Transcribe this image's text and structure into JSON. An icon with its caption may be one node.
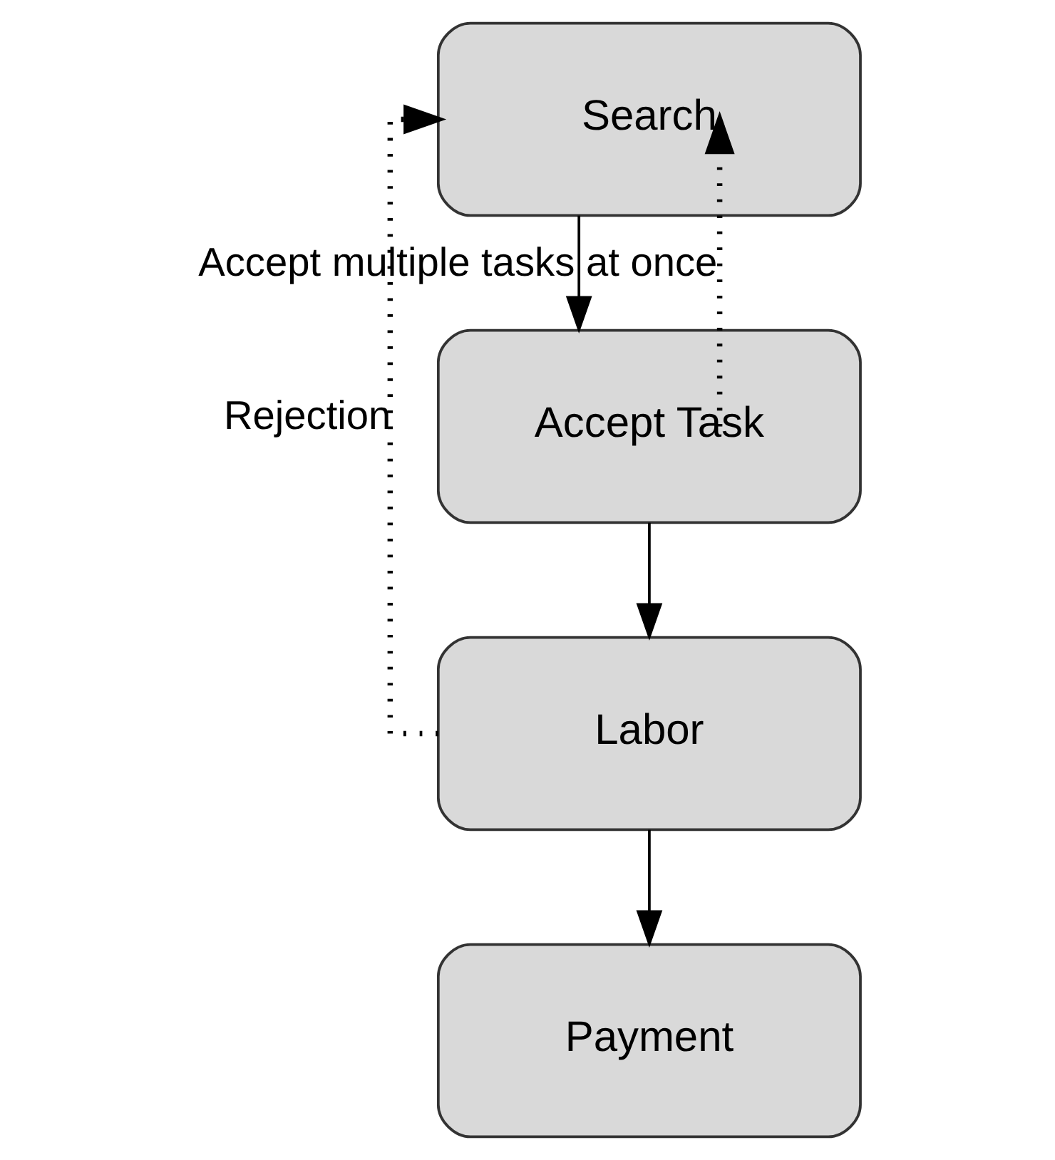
{
  "diagram": {
    "nodes": [
      {
        "text": [
          "Search"
        ]
      },
      {
        "text": [
          "Accept Task"
        ]
      },
      {
        "text": [
          "Labor"
        ]
      },
      {
        "text": [
          "Payment"
        ]
      }
    ],
    "edges": [
      {
        "from": 0,
        "to": 1,
        "arrow": "to"
      },
      {
        "from": 1,
        "to": 2,
        "arrow": "to"
      },
      {
        "from": 2,
        "to": 3,
        "arrow": "to"
      },
      {
        "from": 2,
        "to": 0,
        "arrow": "to",
        "style": "dashed",
        "label": "Rejection"
      },
      {
        "from": 1,
        "to": 0,
        "arrow": "to",
        "style": "dashed",
        "label": "Accept multiple tasks at once"
      }
    ]
  }
}
